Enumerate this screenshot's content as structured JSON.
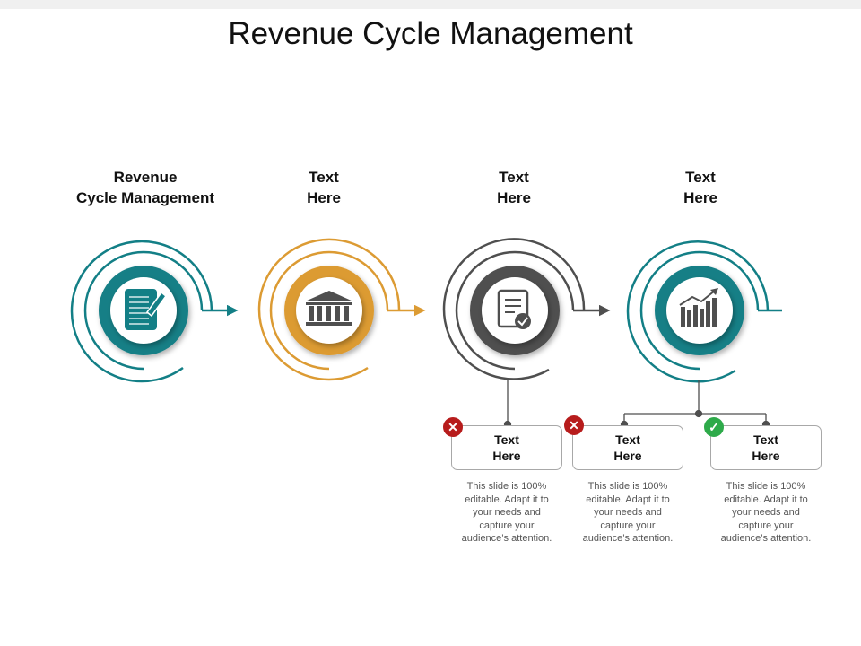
{
  "title": "Revenue Cycle Management",
  "colors": {
    "teal": "#137f86",
    "orange": "#dc9b33",
    "gray": "#4f4f4f",
    "error": "#b71c1c",
    "success": "#2eaa4a"
  },
  "stages": [
    {
      "line1": "Revenue",
      "line2": "Cycle Management",
      "icon": "document-pen-icon",
      "color": "#137f86"
    },
    {
      "line1": "Text",
      "line2": "Here",
      "icon": "bank-building-icon",
      "color": "#dc9b33"
    },
    {
      "line1": "Text",
      "line2": "Here",
      "icon": "document-check-icon",
      "color": "#4f4f4f"
    },
    {
      "line1": "Text",
      "line2": "Here",
      "icon": "growth-chart-icon",
      "color": "#137f86"
    }
  ],
  "cards": [
    {
      "line1": "Text",
      "line2": "Here",
      "status": "error",
      "desc": [
        "This slide is 100%",
        "editable. Adapt it to",
        "your needs and",
        "capture your",
        "audience’s attention."
      ]
    },
    {
      "line1": "Text",
      "line2": "Here",
      "status": "error",
      "desc": [
        "This slide is 100%",
        "editable. Adapt it to",
        "your needs and",
        "capture your",
        "audience’s attention."
      ]
    },
    {
      "line1": "Text",
      "line2": "Here",
      "status": "success",
      "desc": [
        "This slide is 100%",
        "editable. Adapt it to",
        "your needs and",
        "capture your",
        "audience’s attention."
      ]
    }
  ]
}
